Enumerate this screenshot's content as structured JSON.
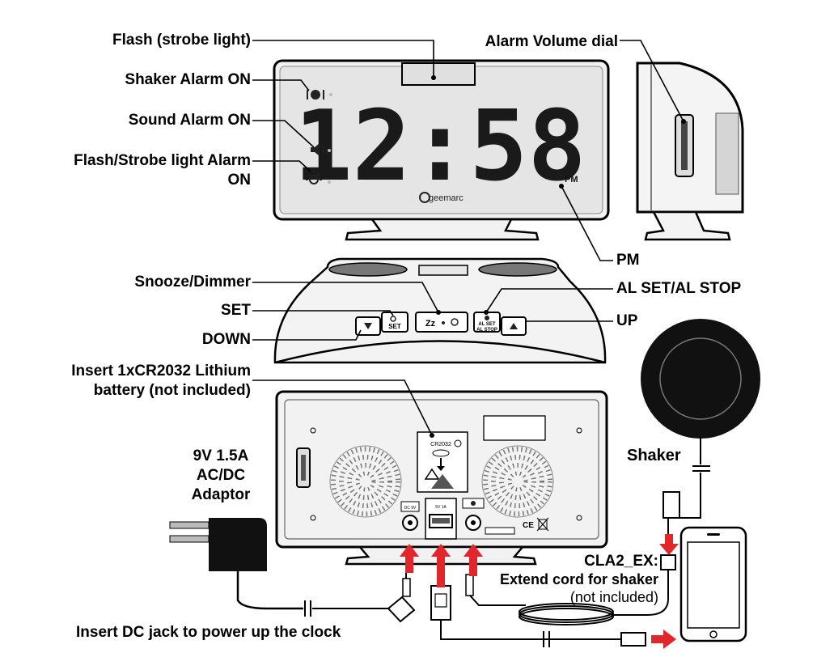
{
  "labels": {
    "flash": "Flash (strobe light)",
    "shaker_on": "Shaker Alarm ON",
    "sound_on": "Sound Alarm ON",
    "flash_alarm_1": "Flash/Strobe light Alarm",
    "flash_alarm_2": "ON",
    "alarm_volume": "Alarm  Volume  dial",
    "pm": "PM",
    "snooze": "Snooze/Dimmer",
    "set": "SET",
    "down": "DOWN",
    "al_set": "AL SET/AL STOP",
    "up": "UP",
    "battery_1": "Insert  1xCR2032  Lithium",
    "battery_2": "battery  (not included)",
    "adaptor_1": "9V 1.5A",
    "adaptor_2": "AC/DC",
    "adaptor_3": "Adaptor",
    "shaker": "Shaker",
    "cla_1": "CLA2_EX:",
    "cla_2": "Extend cord for shaker",
    "cla_3": "(not included)",
    "dc_jack": "Insert  DC  jack  to  power  up  the  clock"
  },
  "device": {
    "time": "12:58",
    "pm_indicator": "PM",
    "brand": "geemarc",
    "battery_type": "CR2032",
    "set_key": "SET",
    "alset_key_1": "AL SET",
    "alset_key_2": "AL STOP",
    "snooze_key": "Zz",
    "dc_port": "DC 9V",
    "usb_port": "5V 1A"
  },
  "colors": {
    "arrow": "#e1262c",
    "display": "#e5e5e5",
    "digits": "#1a1a1a",
    "line": "#000000"
  }
}
